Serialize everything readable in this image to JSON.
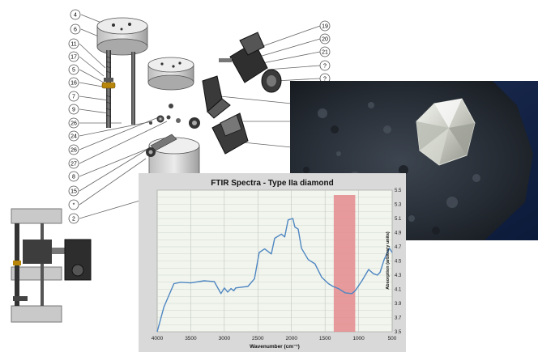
{
  "diagram": {
    "callouts_left": [
      "4",
      "6",
      "11",
      "17",
      "5",
      "16",
      "7",
      "9",
      "26",
      "24",
      "26",
      "27",
      "8",
      "15",
      "*",
      "2"
    ],
    "callouts_right": [
      "19",
      "20",
      "21",
      "?",
      "?"
    ]
  },
  "chart_data": {
    "type": "line",
    "title": "FTIR Spectra - Type IIa diamond",
    "xlabel": "Wavenumber (cm⁻¹)",
    "ylabel": "Absorption (arbitrary units)",
    "xlim": [
      4000,
      500
    ],
    "ylim": [
      3.5,
      5.5
    ],
    "x_ticks": [
      "4000",
      "3500",
      "3000",
      "2500",
      "2000",
      "1500",
      "1000",
      "500"
    ],
    "y_ticks": [
      "3.5",
      "3.7",
      "3.9",
      "4.1",
      "4.3",
      "4.5",
      "4.7",
      "4.9",
      "5.1",
      "5.3",
      "5.5"
    ],
    "grid": true,
    "highlight_band": {
      "x_from": 1370,
      "x_to": 1050,
      "color": "#e5898c"
    },
    "series": [
      {
        "color": "#4f86c1",
        "x": [
          4000,
          3900,
          3750,
          3650,
          3500,
          3300,
          3150,
          3050,
          3000,
          2950,
          2900,
          2860,
          2830,
          2750,
          2650,
          2550,
          2480,
          2400,
          2300,
          2250,
          2150,
          2100,
          2050,
          1980,
          1950,
          1900,
          1850,
          1750,
          1650,
          1550,
          1450,
          1380,
          1300,
          1200,
          1100,
          1050,
          950,
          850,
          780,
          720,
          680,
          620,
          580,
          540,
          500
        ],
        "y": [
          3.5,
          3.85,
          4.18,
          4.2,
          4.19,
          4.22,
          4.21,
          4.04,
          4.12,
          4.06,
          4.11,
          4.08,
          4.12,
          4.13,
          4.14,
          4.25,
          4.62,
          4.67,
          4.6,
          4.82,
          4.88,
          4.84,
          5.08,
          5.1,
          4.98,
          4.95,
          4.68,
          4.52,
          4.46,
          4.27,
          4.18,
          4.14,
          4.11,
          4.05,
          4.04,
          4.08,
          4.22,
          4.38,
          4.32,
          4.3,
          4.34,
          4.52,
          4.6,
          4.68,
          4.62
        ]
      }
    ]
  },
  "colors": {
    "plot_background": "#f1f5ee",
    "chart_frame": "#d9d9d9",
    "line": "#4f86c1",
    "band": "#e5898c"
  }
}
